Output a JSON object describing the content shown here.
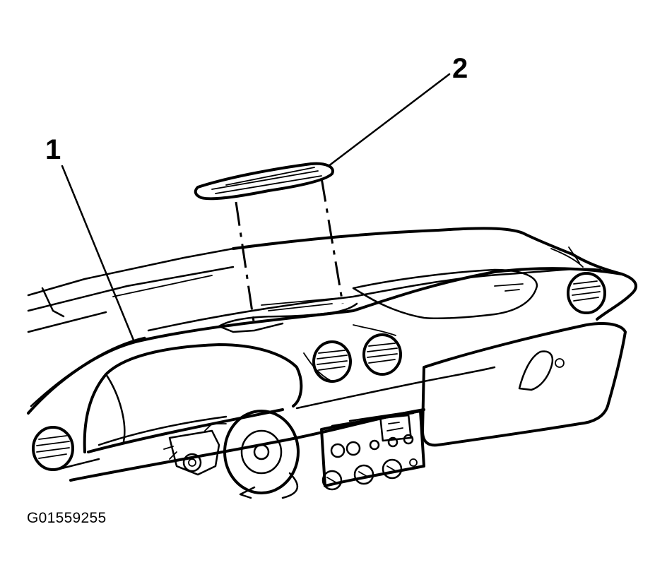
{
  "callouts": {
    "one": "1",
    "two": "2"
  },
  "figure_code": "G01559255",
  "colors": {
    "ink": "#000000",
    "paper": "#ffffff"
  }
}
